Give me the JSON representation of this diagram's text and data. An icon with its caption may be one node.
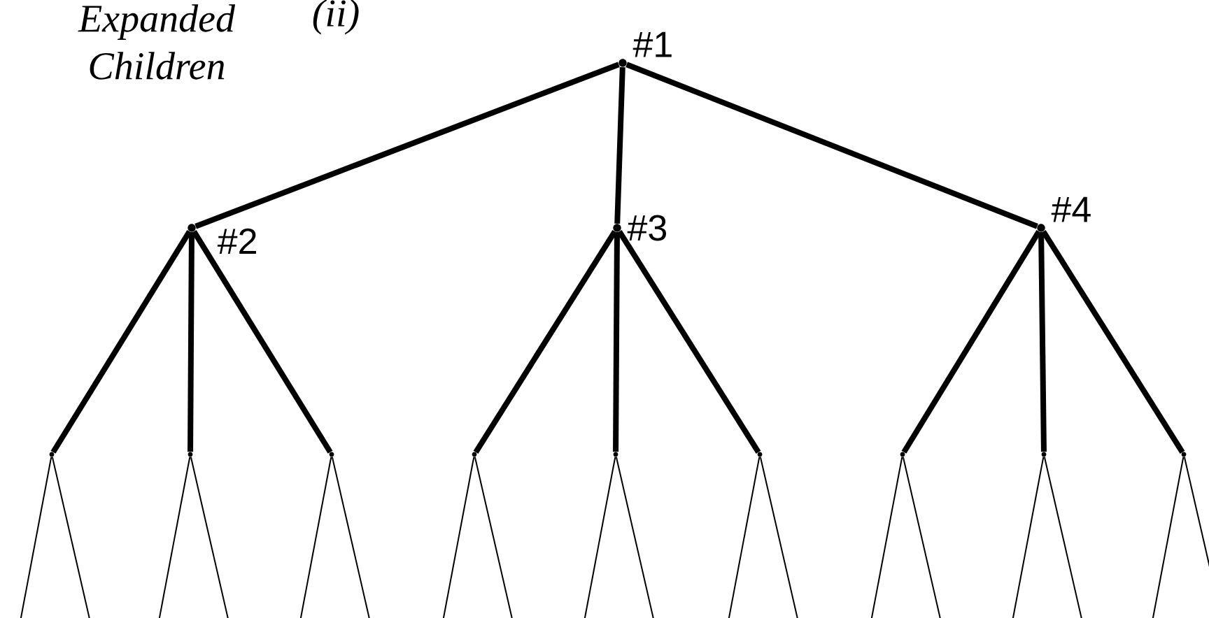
{
  "diagram": {
    "nodes": [
      {
        "text": [
          "#1"
        ]
      },
      {
        "text": [
          "#2"
        ]
      },
      {
        "text": [
          "#3"
        ]
      },
      {
        "text": [
          "#4"
        ]
      },
      {
        "text": [],
        "shape": "circle"
      },
      {
        "text": [],
        "shape": "circle"
      },
      {
        "text": [],
        "shape": "circle"
      },
      {
        "text": [],
        "shape": "circle"
      },
      {
        "text": [],
        "shape": "circle"
      },
      {
        "text": [],
        "shape": "circle"
      },
      {
        "text": [],
        "shape": "circle"
      },
      {
        "text": [],
        "shape": "circle"
      },
      {
        "text": [],
        "shape": "circle"
      }
    ],
    "edges": [
      {
        "from": 0,
        "to": 1,
        "arrow": "none",
        "style": "thick"
      },
      {
        "from": 0,
        "to": 2,
        "arrow": "none",
        "style": "thick"
      },
      {
        "from": 0,
        "to": 3,
        "arrow": "none",
        "style": "thick"
      },
      {
        "from": 1,
        "to": 4,
        "arrow": "none",
        "style": "thick"
      },
      {
        "from": 1,
        "to": 5,
        "arrow": "none",
        "style": "thick"
      },
      {
        "from": 1,
        "to": 6,
        "arrow": "none",
        "style": "thick"
      },
      {
        "from": 2,
        "to": 7,
        "arrow": "none",
        "style": "thick"
      },
      {
        "from": 2,
        "to": 8,
        "arrow": "none",
        "style": "thick"
      },
      {
        "from": 2,
        "to": 9,
        "arrow": "none",
        "style": "thick"
      },
      {
        "from": 3,
        "to": 10,
        "arrow": "none",
        "style": "thick"
      },
      {
        "from": 3,
        "to": 11,
        "arrow": "none",
        "style": "thick"
      },
      {
        "from": 3,
        "to": 12,
        "arrow": "none",
        "style": "thick"
      },
      {
        "from": 4,
        "to": null,
        "arrow": "none"
      },
      {
        "from": 4,
        "to": null,
        "arrow": "none"
      },
      {
        "from": 5,
        "to": null,
        "arrow": "none"
      },
      {
        "from": 5,
        "to": null,
        "arrow": "none"
      },
      {
        "from": 6,
        "to": null,
        "arrow": "none"
      },
      {
        "from": 6,
        "to": null,
        "arrow": "none"
      },
      {
        "from": 7,
        "to": null,
        "arrow": "none"
      },
      {
        "from": 7,
        "to": null,
        "arrow": "none"
      },
      {
        "from": 8,
        "to": null,
        "arrow": "none"
      },
      {
        "from": 8,
        "to": null,
        "arrow": "none"
      },
      {
        "from": 9,
        "to": null,
        "arrow": "none"
      },
      {
        "from": 9,
        "to": null,
        "arrow": "none"
      },
      {
        "from": 10,
        "to": null,
        "arrow": "none"
      },
      {
        "from": 10,
        "to": null,
        "arrow": "none"
      },
      {
        "from": 11,
        "to": null,
        "arrow": "none"
      },
      {
        "from": 11,
        "to": null,
        "arrow": "none"
      },
      {
        "from": 12,
        "to": null,
        "arrow": "none"
      },
      {
        "from": 12,
        "to": null,
        "arrow": "none"
      }
    ],
    "labels": [
      "Expanded Children",
      "(ii)"
    ]
  }
}
